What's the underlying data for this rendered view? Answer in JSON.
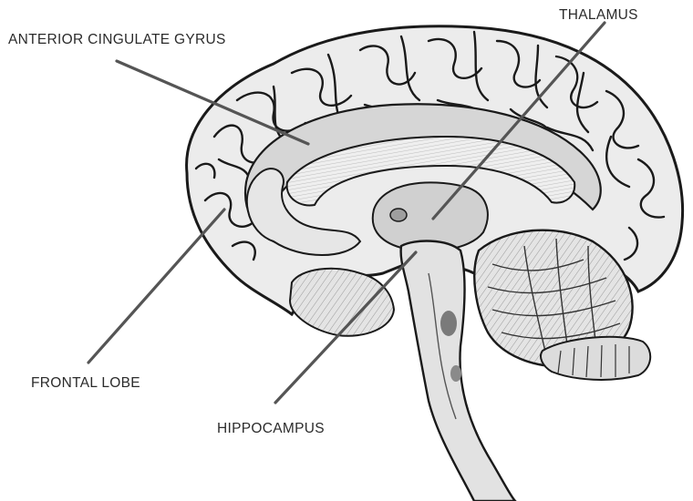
{
  "labels": {
    "anterior_cingulate": "ANTERIOR CINGULATE GYRUS",
    "thalamus": "THALAMUS",
    "frontal_lobe": "FRONTAL LOBE",
    "hippocampus": "HIPPOCAMPUS"
  },
  "colors": {
    "background": "#ffffff",
    "ink": "#1a1a1a",
    "tissue_light": "#ececec",
    "tissue_mid": "#d6d6d6",
    "tissue_dark": "#bdbdbd",
    "leader_line": "#555555",
    "label_text": "#2b2b2b"
  }
}
